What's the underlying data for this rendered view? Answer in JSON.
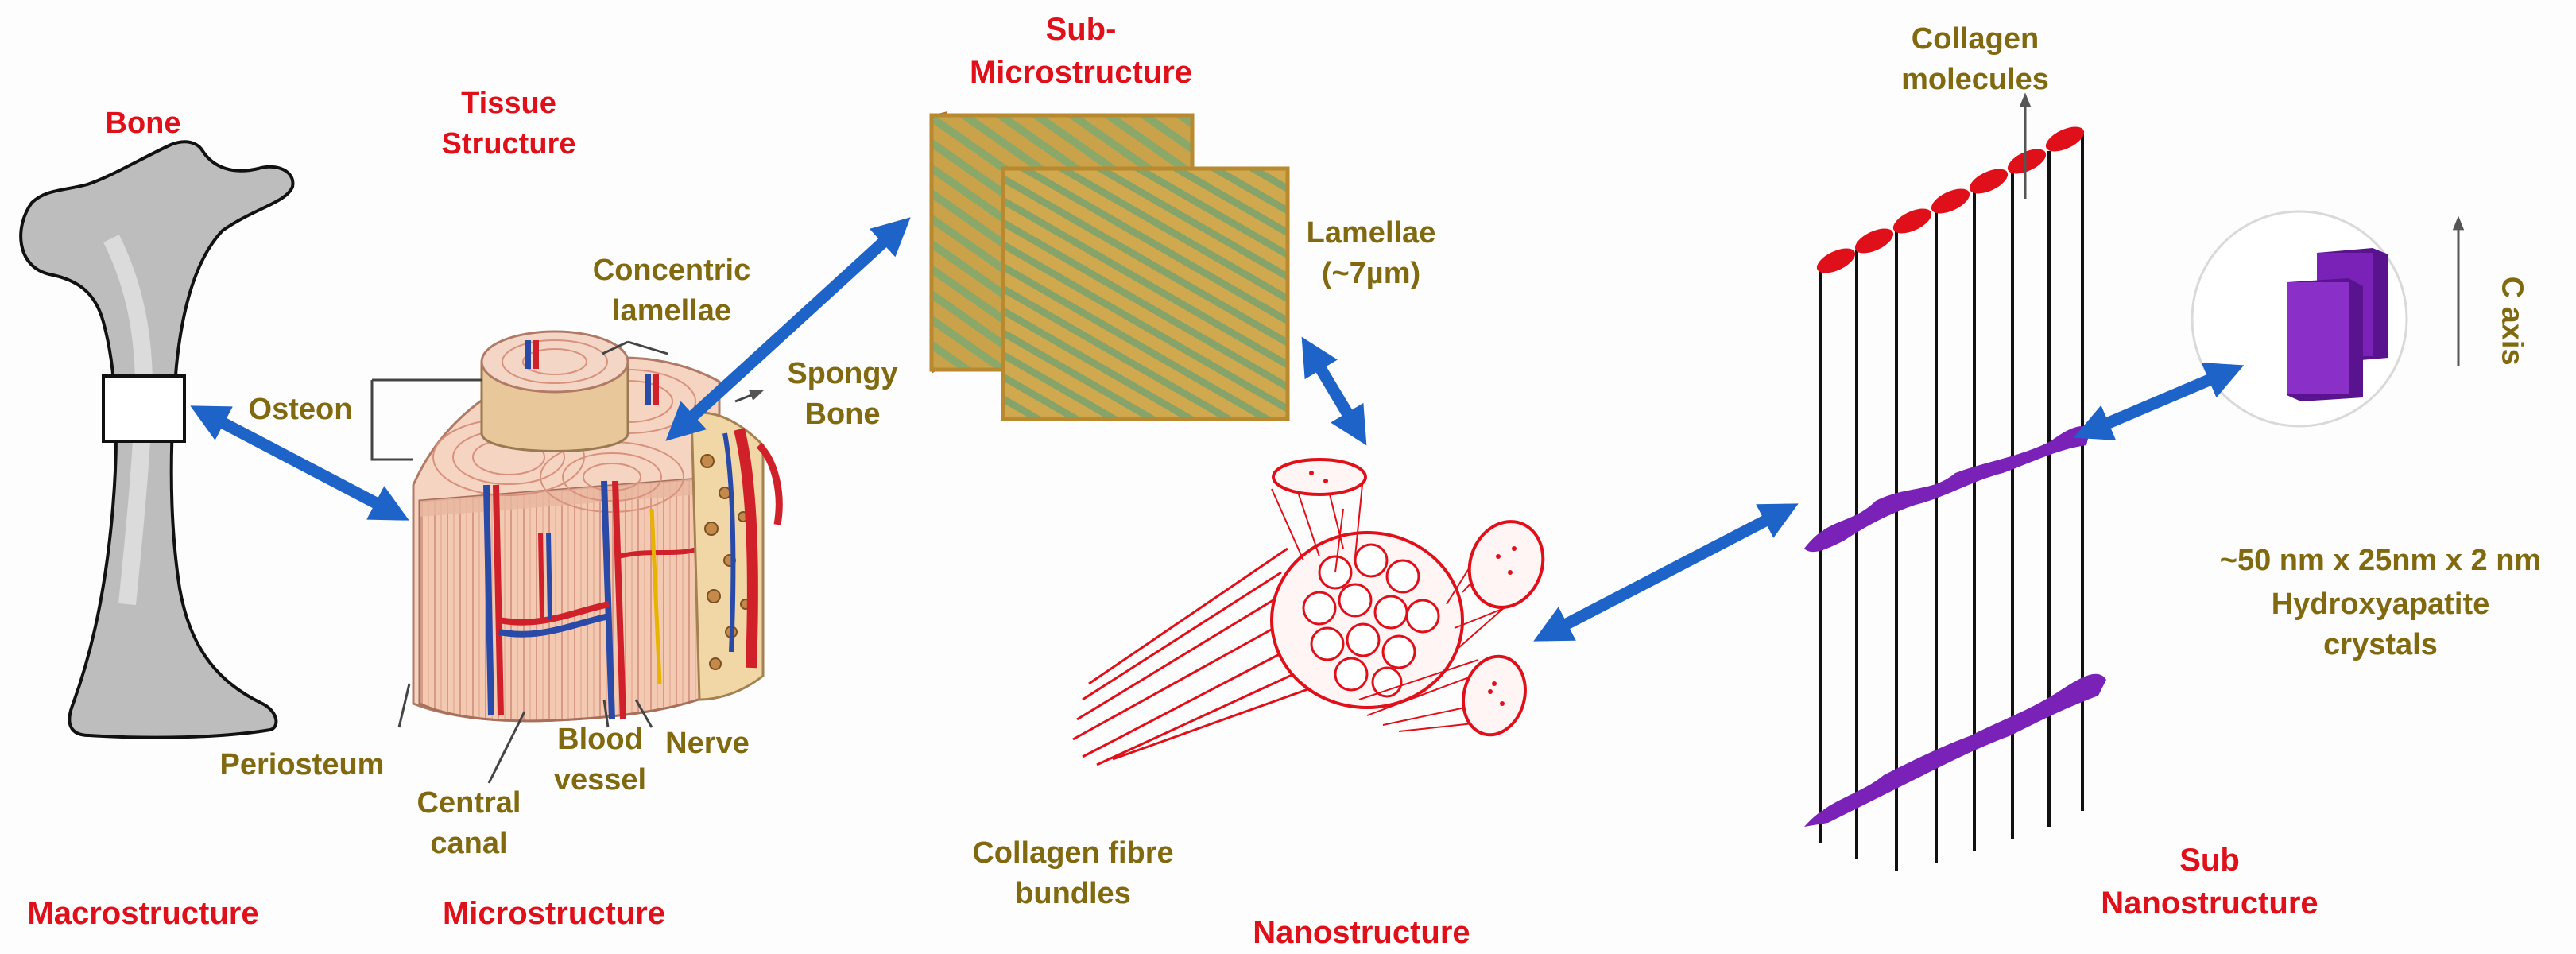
{
  "colors": {
    "level_label": "#e0101a",
    "component_label": "#80690f",
    "arrow": "#1e63c8",
    "collagen_molecule": "#e0101a",
    "crystal": "#7a22b8",
    "fibre": "#e0101a",
    "bone_fill": "#bdbdbd",
    "lamellae_panel": "#d8a548"
  },
  "levels": {
    "macro": "Macrostructure",
    "micro": "Microstructure",
    "sub_micro": "Sub-\nMicrostructure",
    "nano": "Nanostructure",
    "sub_nano": "Sub\nNanostructure"
  },
  "labels": {
    "bone": "Bone",
    "tissue_structure": "Tissue\nStructure",
    "concentric_lamellae": "Concentric\nlamellae",
    "osteon": "Osteon",
    "spongy_bone": "Spongy\nBone",
    "periosteum": "Periosteum",
    "central_canal": "Central\ncanal",
    "blood_vessel": "Blood\nvessel",
    "nerve": "Nerve",
    "lamellae": "Lamellae\n(~7µm)",
    "collagen_fibre_bundles": "Collagen fibre\nbundles",
    "collagen_molecules": "Collagen\nmolecules",
    "c_axis": "C axis",
    "crystal_size": "~50 nm x 25nm x 2 nm",
    "hydroxyapatite": "Hydroxyapatite\ncrystals"
  },
  "icons": [
    "bone-icon",
    "osteon-block",
    "lamellae-plates",
    "collagen-fibre-bundle",
    "collagen-molecule-array",
    "hydroxyapatite-crystal"
  ]
}
